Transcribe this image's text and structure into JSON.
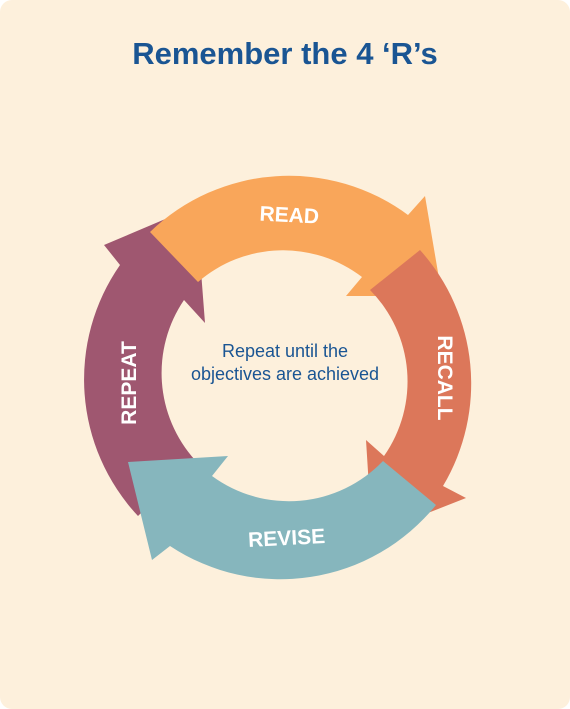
{
  "title": "Remember the 4 ‘R’s",
  "center_text": "Repeat until the objectives are achieved",
  "segments": [
    {
      "label": "READ",
      "color": "#f9a65a"
    },
    {
      "label": "RECALL",
      "color": "#dc775a"
    },
    {
      "label": "REVISE",
      "color": "#86b6bd"
    },
    {
      "label": "REPEAT",
      "color": "#9f5770"
    }
  ],
  "background_color": "#fdf0dc",
  "title_color": "#1a5593"
}
